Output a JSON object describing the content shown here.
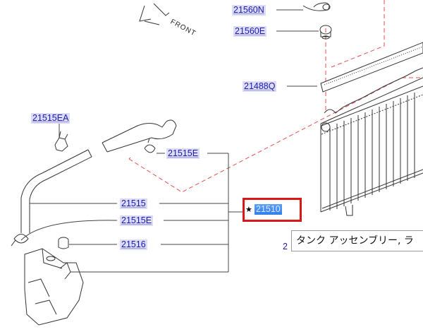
{
  "diagram": {
    "front_label": "FRONT",
    "parts": [
      {
        "id": "p21560N",
        "label": "21560N"
      },
      {
        "id": "p21560E",
        "label": "21560E"
      },
      {
        "id": "p21488Q",
        "label": "21488Q"
      },
      {
        "id": "p21515EA",
        "label": "21515EA"
      },
      {
        "id": "p21515E_top",
        "label": "21515E"
      },
      {
        "id": "p21515",
        "label": "21515"
      },
      {
        "id": "p21515E",
        "label": "21515E"
      },
      {
        "id": "p21516",
        "label": "21516"
      }
    ],
    "selected_part": {
      "star": "★",
      "label": "21510"
    },
    "partially_hidden_label": "2",
    "tooltip": "タンク アッセンブリー, ラ"
  }
}
